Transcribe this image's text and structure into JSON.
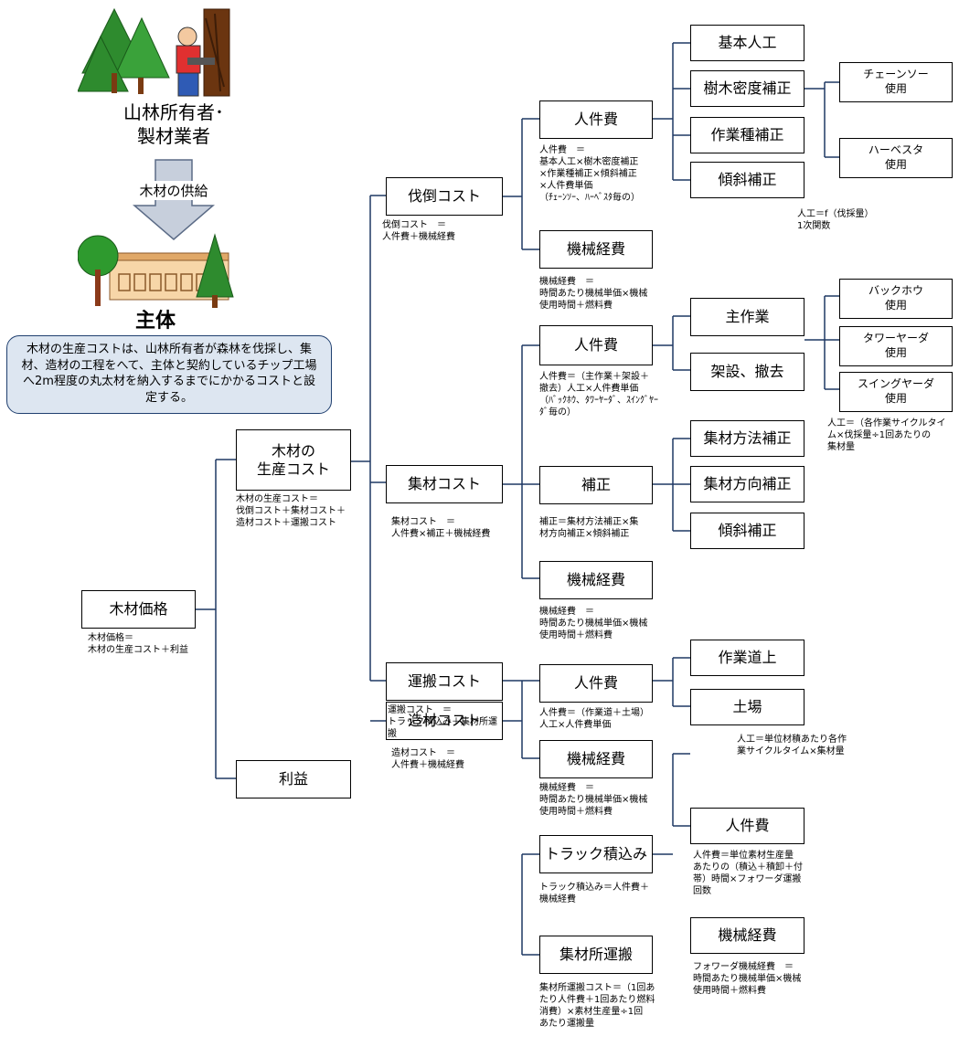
{
  "illustration": {
    "owner_label": "山林所有者･\n製材業者",
    "supply_label": "木材の供給",
    "subject_label": "主体",
    "description": "木材の生産コストは、山林所有者が森林を伐採し、集\n材、造材の工程をへて、主体と契約しているチップ工場\nへ2m程度の丸太材を納入するまでにかかるコストと設\n定する。"
  },
  "boxes": {
    "mokuzai_kakaku": "木材価格",
    "seisan_cost": "木材の\n生産コスト",
    "rieki": "利益",
    "batto": "伐倒コスト",
    "shuzai": "集材コスト",
    "zouzai": "造材コスト",
    "unpan": "運搬コスト",
    "b_jinken": "人件費",
    "b_kikai": "機械経費",
    "s_jinken": "人件費",
    "s_hosei": "補正",
    "s_kikai": "機械経費",
    "z_jinken": "人件費",
    "z_kikai": "機械経費",
    "truck": "トラック積込み",
    "shuzaisho": "集材所運搬",
    "kihon": "基本人工",
    "jumoku": "樹木密度補正",
    "sagyoshu": "作業種補正",
    "keisha1": "傾斜補正",
    "shusagyo": "主作業",
    "kasetsu": "架設、撤去",
    "hoho": "集材方法補正",
    "hoko": "集材方向補正",
    "keisha2": "傾斜補正",
    "sagyodo": "作業道上",
    "doba": "土場",
    "u_jinken": "人件費",
    "u_kikai": "機械経費",
    "chainsaw": "チェーンソー\n使用",
    "harvester": "ハーベスタ\n使用",
    "backhoe": "バックホウ\n使用",
    "tower": "タワーヤーダ\n使用",
    "swing": "スイングヤーダ\n使用"
  },
  "notes": {
    "mokuzai_kakaku": "木材価格＝\n木材の生産コスト＋利益",
    "seisan_cost": "木材の生産コスト＝\n伐倒コスト＋集材コスト＋\n造材コスト＋運搬コスト",
    "batto": "伐倒コスト　＝\n人件費＋機械経費",
    "shuzai": "集材コスト　＝\n人件費×補正＋機械経費",
    "zouzai": "造材コスト　＝\n人件費＋機械経費",
    "unpan": "運搬コスト　＝\nトラック積込み＋集材所運\n搬",
    "b_jinken": "人件費　＝\n基本人工×樹木密度補正\n×作業種補正×傾斜補正\n×人件費単価\n（ﾁｪｰﾝｿｰ、ﾊｰﾍﾞｽﾀ毎の）",
    "b_kikai": "機械経費　＝\n時間あたり機械単価×機械\n使用時間＋燃料費",
    "s_jinken": "人件費＝（主作業＋架設＋\n撤去）人工×人件費単価\n（ﾊﾞｯｸﾎｳ、ﾀﾜｰﾔｰﾀﾞ、ｽｲﾝｸﾞﾔｰ\nﾀﾞ毎の）",
    "s_hosei": "補正＝集材方法補正×集\n材方向補正×傾斜補正",
    "s_kikai": "機械経費　＝\n時間あたり機械単価×機械\n使用時間＋燃料費",
    "z_jinken": "人件費＝（作業道＋土場）\n人工×人件費単価",
    "z_kikai": "機械経費　＝\n時間あたり機械単価×機械\n使用時間＋燃料費",
    "truck": "トラック積込み＝人件費＋\n機械経費",
    "shuzaisho": "集材所運搬コスト＝（1回あ\nたり人件費＋1回あたり燃料\n消費）×素材生産量÷1回\nあたり運搬量",
    "batto_ninku": "人工＝f（伐採量）\n1次関数",
    "shuzai_ninku": "人工＝（各作業サイクルタイ\nム×伐採量÷1回あたりの\n集材量",
    "zouzai_ninku": "人工＝単位材積あたり各作\n業サイクルタイム×集材量",
    "u_jinken": "人件費＝単位素材生産量\nあたりの（積込＋積卸＋付\n帯）時間×フォワーダ運搬\n回数",
    "u_kikai": "フォワーダ機械経費　＝\n時間あたり機械単価×機械\n使用時間＋燃料費"
  }
}
